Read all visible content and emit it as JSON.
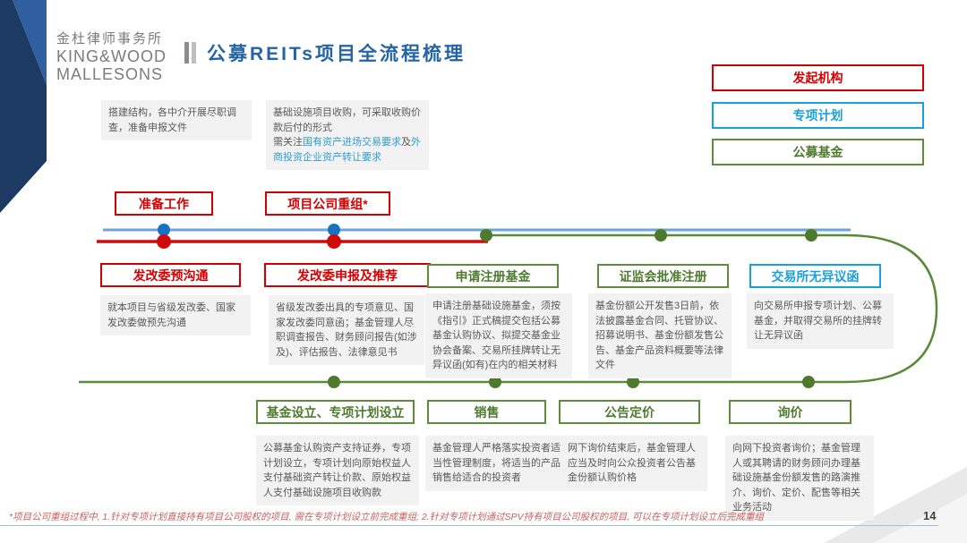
{
  "header": {
    "logo_cn": "金杜律师事务所",
    "logo_en_line1": "KING&WOOD",
    "logo_en_line2": "MALLESONS",
    "title": "公募REITs项目全流程梳理"
  },
  "legend": {
    "items": [
      {
        "label": "发起机构",
        "color": "#d40000"
      },
      {
        "label": "专项计划",
        "color": "#18a0dc"
      },
      {
        "label": "公募基金",
        "color": "#4e7a2e"
      }
    ]
  },
  "prep_notes": {
    "note1": "搭建结构，各中介开展尽职调查，准备申报文件",
    "note2_line1": "基础设施项目收购，可采取收购价款后付的形式",
    "note2_prefix": "需关注",
    "note2_highlight1": "国有资产进场交易要求",
    "note2_mid": "及",
    "note2_highlight2": "外商投资企业资产转让要求"
  },
  "top_stages": [
    {
      "label": "准备工作"
    },
    {
      "label": "项目公司重组*"
    }
  ],
  "mid_stages": [
    {
      "label": "发改委预沟通",
      "desc": "就本项目与省级发改委、国家发改委做预先沟通"
    },
    {
      "label": "发改委申报及推荐",
      "desc": "省级发改委出具的专项意见、国家发改委同意函；基金管理人尽职调查报告、财务顾问报告(如涉及)、评估报告、法律意见书"
    },
    {
      "label": "申请注册基金",
      "desc": "申请注册基础设施基金，须按《指引》正式稿提交包括公募基金认购协议、拟提交基金业协会备案、交易所挂牌转让无异议函(如有)在内的相关材料"
    },
    {
      "label": "证监会批准注册",
      "desc": "基金份额公开发售3日前，依法披露基金合同、托管协议、招募说明书、基金份额发售公告、基金产品资料概要等法律文件"
    },
    {
      "label": "交易所无异议函",
      "desc": "向交易所申报专项计划、公募基金，并取得交易所的挂牌转让无异议函"
    }
  ],
  "bottom_stages": [
    {
      "label": "基金设立、专项计划设立",
      "desc": "公募基金认购资产支持证券，专项计划设立，专项计划向原始权益人支付基础资产转让价款、原始权益人支付基础设施项目收购款"
    },
    {
      "label": "销售",
      "desc": "基金管理人严格落实投资者适当性管理制度，将适当的产品销售给适合的投资者"
    },
    {
      "label": "公告定价",
      "desc": "网下询价结束后，基金管理人应当及时向公众投资者公告基金份额认购价格"
    },
    {
      "label": "询价",
      "desc": "向网下投资者询价；基金管理人或其聘请的财务顾问办理基础设施基金份额发售的路演推介、询价、定价、配售等相关业务活动"
    }
  ],
  "footer": {
    "note": "*项目公司重组过程中, 1.针对专项计划直接持有项目公司股权的项目, 需在专项计划设立前完成重组; 2.针对专项计划通过SPV持有项目公司股权的项目, 可以在专项计划设立后完成重组",
    "page_number": "14"
  }
}
